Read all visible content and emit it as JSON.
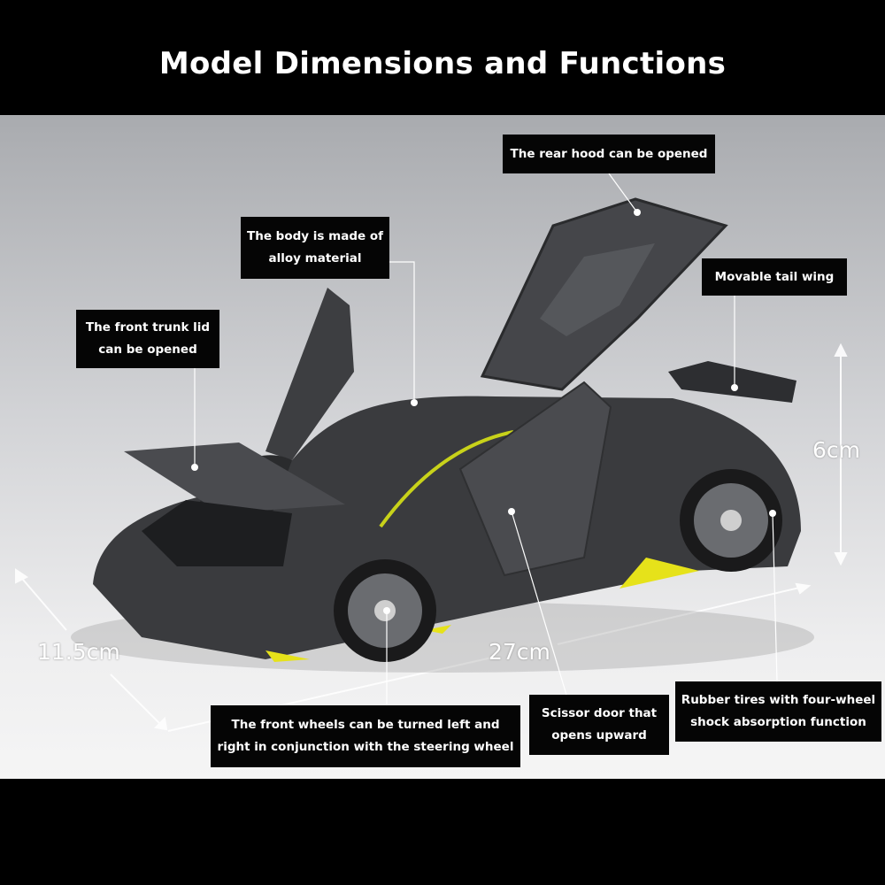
{
  "title": "Model Dimensions and Functions",
  "labels": {
    "rear_hood": "The rear hood can be opened",
    "body_1": "The body is made of",
    "body_2": "alloy material",
    "tail_wing": "Movable tail wing",
    "front_trunk_1": "The front trunk lid",
    "front_trunk_2": "can be opened",
    "front_wheels_1": "The front wheels can be turned left and",
    "front_wheels_2": "right in conjunction with the steering wheel",
    "scissor_1": "Scissor door that",
    "scissor_2": "opens upward",
    "tires_1": "Rubber tires with four-wheel",
    "tires_2": "shock absorption function"
  },
  "dimensions": {
    "height": "6cm",
    "width": "11.5cm",
    "length": "27cm"
  },
  "colors": {
    "body": "#3a3b3e",
    "accent": "#e6e21a",
    "label_bg": "#050505"
  }
}
